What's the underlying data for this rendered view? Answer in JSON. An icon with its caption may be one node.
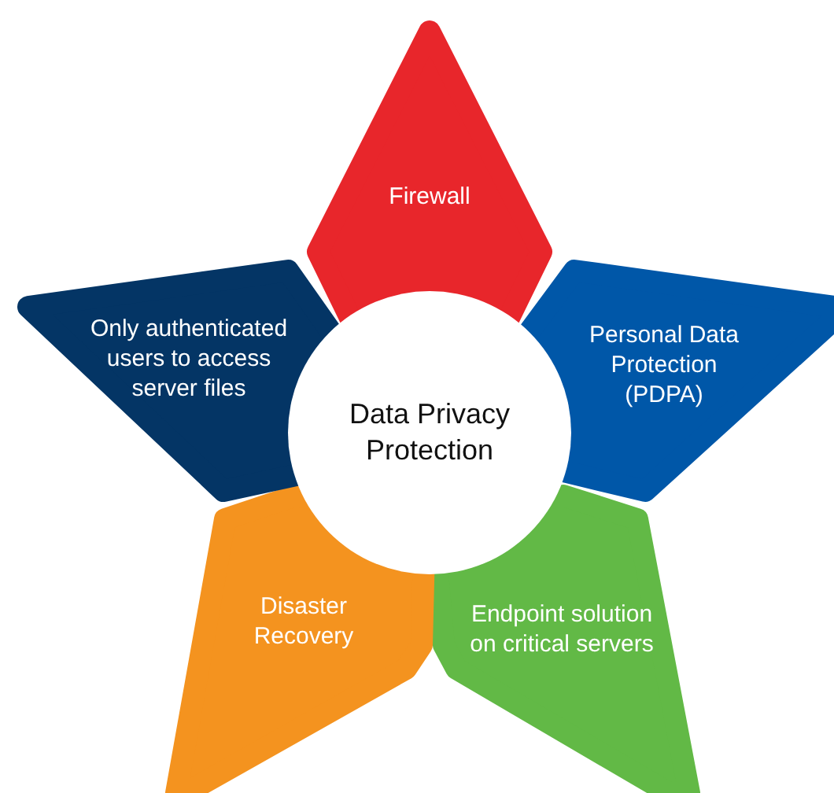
{
  "diagram": {
    "nodes": [
      {
        "text": [
          "Data Privacy Protection"
        ]
      },
      {
        "text": [
          "Firewall"
        ]
      },
      {
        "text": [
          "Personal Data Protection (PDPA)"
        ]
      },
      {
        "text": [
          "Endpoint solution on critical servers"
        ]
      },
      {
        "text": [
          "Disaster Recovery"
        ]
      },
      {
        "text": [
          "Only authenticated users to access server files"
        ]
      }
    ]
  }
}
